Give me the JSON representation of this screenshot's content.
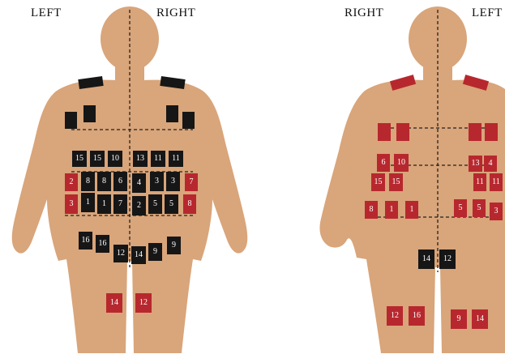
{
  "front_view": {
    "label_left": "LEFT",
    "label_right": "RIGHT",
    "abdomen_rows": [
      {
        "labels": [
          "15",
          "15",
          "10",
          "13",
          "11",
          "11"
        ]
      },
      {
        "labels": [
          "2",
          "8",
          "8",
          "6",
          "4",
          "3",
          "3",
          "7"
        ]
      },
      {
        "labels": [
          "3",
          "1",
          "1",
          "7",
          "2",
          "5",
          "5",
          "8"
        ]
      }
    ],
    "lower_labels": [
      "16",
      "16",
      "12",
      "14",
      "9",
      "9"
    ],
    "thigh_labels": [
      "14",
      "12"
    ]
  },
  "back_view": {
    "label_left": "RIGHT",
    "label_right": "LEFT",
    "row_a_labels": [
      "6",
      "10",
      "13",
      "4"
    ],
    "row_b_labels": [
      "15",
      "15",
      "11",
      "11"
    ],
    "row_c_labels": [
      "8",
      "1",
      "1",
      "5",
      "5",
      "3"
    ],
    "mid_labels": [
      "14",
      "12"
    ],
    "leg_labels": [
      "12",
      "16",
      "9",
      "14"
    ]
  },
  "colors": {
    "skin": "#d9a57a",
    "black_patch": "#161616",
    "red_patch": "#b7282e",
    "guide_line": "#222222"
  }
}
